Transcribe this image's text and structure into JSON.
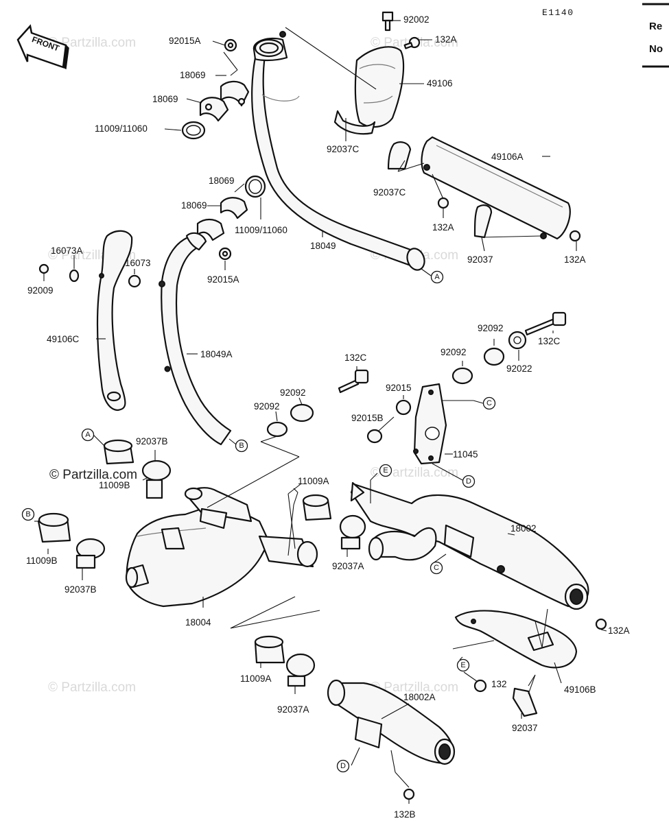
{
  "diagram": {
    "code": "E1140",
    "front_label": "FRONT",
    "corner_text": [
      "Re",
      "No"
    ],
    "watermark": "© Partzilla.com",
    "watermark_main": "© Partzilla.com",
    "ref_letters": {
      "A": "A",
      "B": "B",
      "C": "C",
      "D": "D",
      "E": "E"
    },
    "parts": {
      "p92002": "92002",
      "p132A_top": "132A",
      "p49106": "49106",
      "p92037C_1": "92037C",
      "p92037C_2": "92037C",
      "p49106A": "49106A",
      "p132A_mid": "132A",
      "p92037": "92037",
      "p132A_right": "132A",
      "p92015A_top": "92015A",
      "p18069_1": "18069",
      "p18069_2": "18069",
      "p11009_11060_top": "11009/11060",
      "p18069_3": "18069",
      "p18069_4": "18069",
      "p11009_11060_mid": "11009/11060",
      "p18049": "18049",
      "p16073A": "16073A",
      "p16073": "16073",
      "p92009": "92009",
      "p92015A_mid": "92015A",
      "p49106C": "49106C",
      "p18049A": "18049A",
      "p92092_1": "92092",
      "p92092_2": "92092",
      "p132C_right": "132C",
      "p92022": "92022",
      "p132C_mid": "132C",
      "p92092_3": "92092",
      "p92092_4": "92092",
      "p92015": "92015",
      "p92015B": "92015B",
      "p11045": "11045",
      "p92037B_top": "92037B",
      "p11009B_top": "11009B",
      "p11009A_top": "11009A",
      "p18002": "18002",
      "p11009B_left": "11009B",
      "p92037B_left": "92037B",
      "p92037A_top": "92037A",
      "p18004": "18004",
      "p132A_lower": "132A",
      "p11009A_low": "11009A",
      "p92037A_low": "92037A",
      "p18002A": "18002A",
      "p132_low": "132",
      "p49106B": "49106B",
      "p92037_low": "92037",
      "p132B": "132B"
    }
  }
}
